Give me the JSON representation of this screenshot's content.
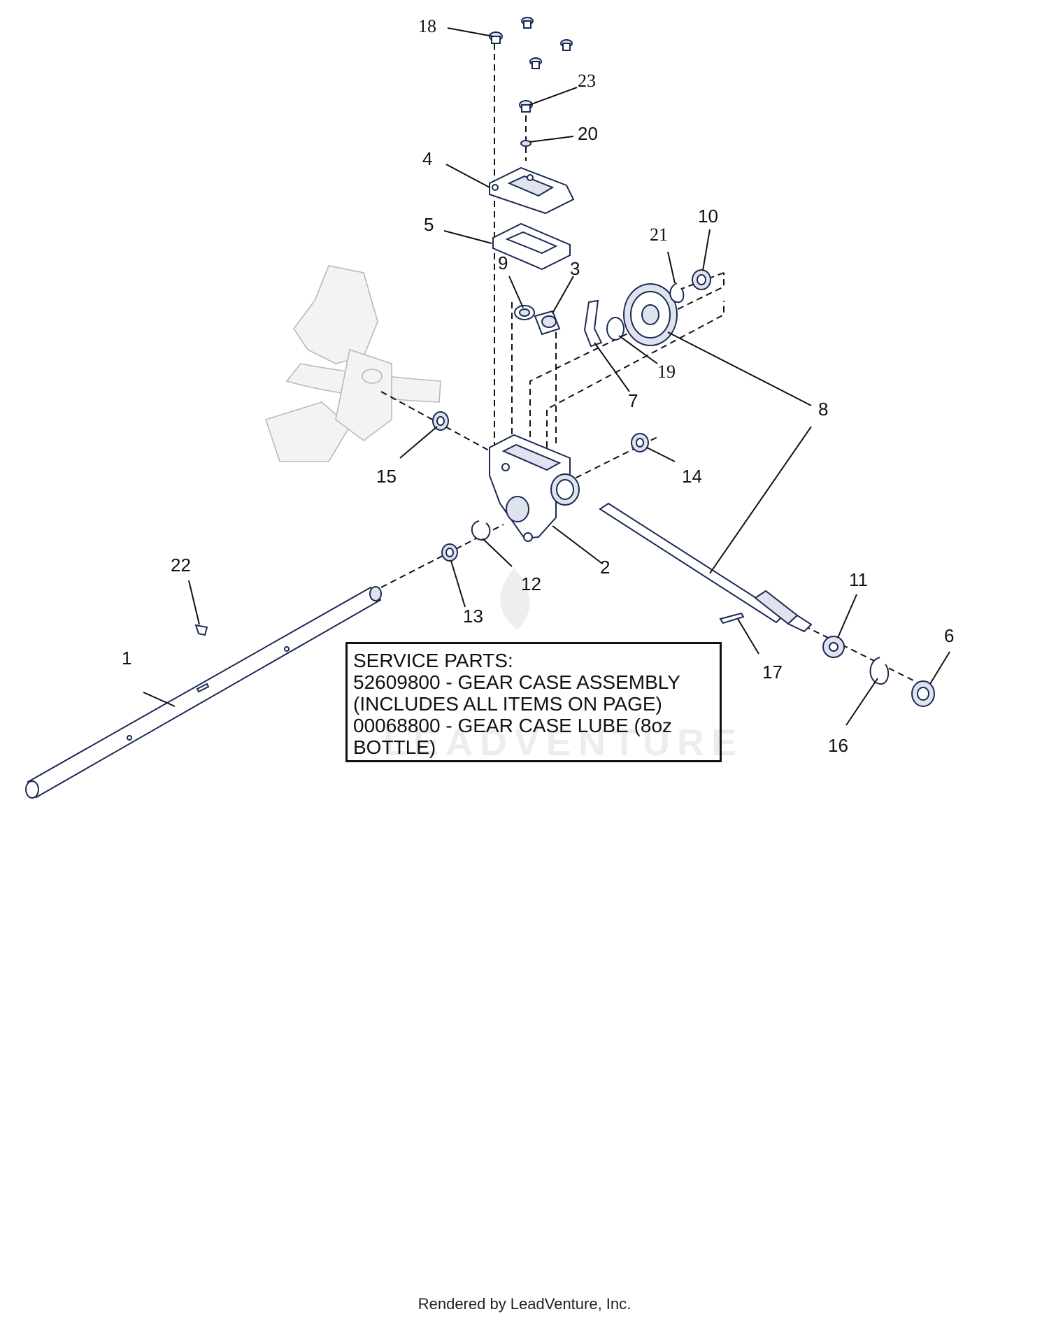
{
  "callouts": {
    "c1": "1",
    "c2": "2",
    "c3": "3",
    "c4": "4",
    "c5": "5",
    "c6": "6",
    "c7": "7",
    "c8": "8",
    "c9": "9",
    "c10": "10",
    "c11": "11",
    "c12": "12",
    "c13": "13",
    "c14": "14",
    "c15": "15",
    "c16": "16",
    "c17": "17",
    "c18": "18",
    "c19": "19",
    "c20": "20",
    "c21": "21",
    "c22": "22",
    "c23": "23"
  },
  "service_parts": {
    "line1": "SERVICE PARTS:",
    "line2": "52609800 - GEAR CASE ASSEMBLY",
    "line3": "(INCLUDES ALL ITEMS ON PAGE)",
    "line4": "00068800 - GEAR CASE LUBE (8oz",
    "line5": "BOTTLE)"
  },
  "watermark": "LEADVENTURE",
  "footer": "Rendered by LeadVenture, Inc."
}
